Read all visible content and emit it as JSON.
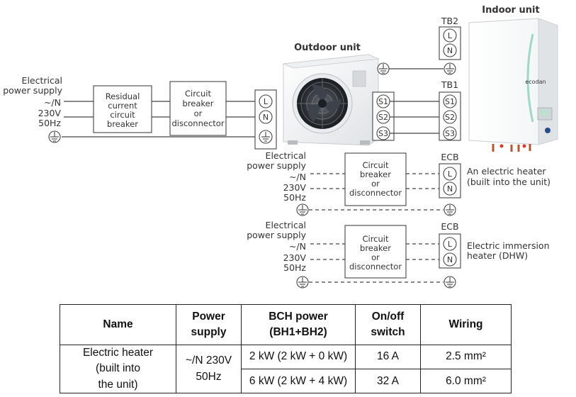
{
  "diagram": {
    "supply_main": [
      "Electrical",
      "power supply",
      "~/N",
      "230V",
      "50Hz"
    ],
    "supply_ecb1": [
      "Electrical",
      "power supply",
      "~/N",
      "230V",
      "50Hz"
    ],
    "supply_ecb2": [
      "Electrical",
      "power supply",
      "~/N",
      "230V",
      "50Hz"
    ],
    "rcd_lines": [
      "Residual",
      "current",
      "circuit",
      "breaker"
    ],
    "cb_lines": [
      "Circuit",
      "breaker",
      "or",
      "disconnector"
    ],
    "outdoor_unit": "Outdoor unit",
    "indoor_unit": "Indoor unit",
    "tb2": "TB2",
    "tb1": "TB1",
    "ecb": "ECB",
    "term_L": "L",
    "term_N": "N",
    "term_S1": "S1",
    "term_S2": "S2",
    "term_S3": "S3",
    "heater_lines": [
      "An electric heater",
      "(built into the unit)"
    ],
    "immersion_lines": [
      "Electric immersion",
      "heater (DHW)"
    ],
    "indoor_brand": "ecodan"
  },
  "table": {
    "headers": [
      [
        "Name"
      ],
      [
        "Power",
        "supply"
      ],
      [
        "BCH power",
        "(BH1+BH2)"
      ],
      [
        "On/off",
        "switch"
      ],
      [
        "Wiring"
      ]
    ],
    "name_cell": [
      "Electric heater",
      "(built into",
      "the unit)"
    ],
    "supply_cell": [
      "~/N 230V",
      "50Hz"
    ],
    "rows": [
      {
        "bch": "2 kW (2 kW + 0 kW)",
        "switch": "16 A",
        "wiring": "2.5 mm²"
      },
      {
        "bch": "6 kW (2 kW + 4 kW)",
        "switch": "32 A",
        "wiring": "6.0 mm²"
      }
    ]
  }
}
